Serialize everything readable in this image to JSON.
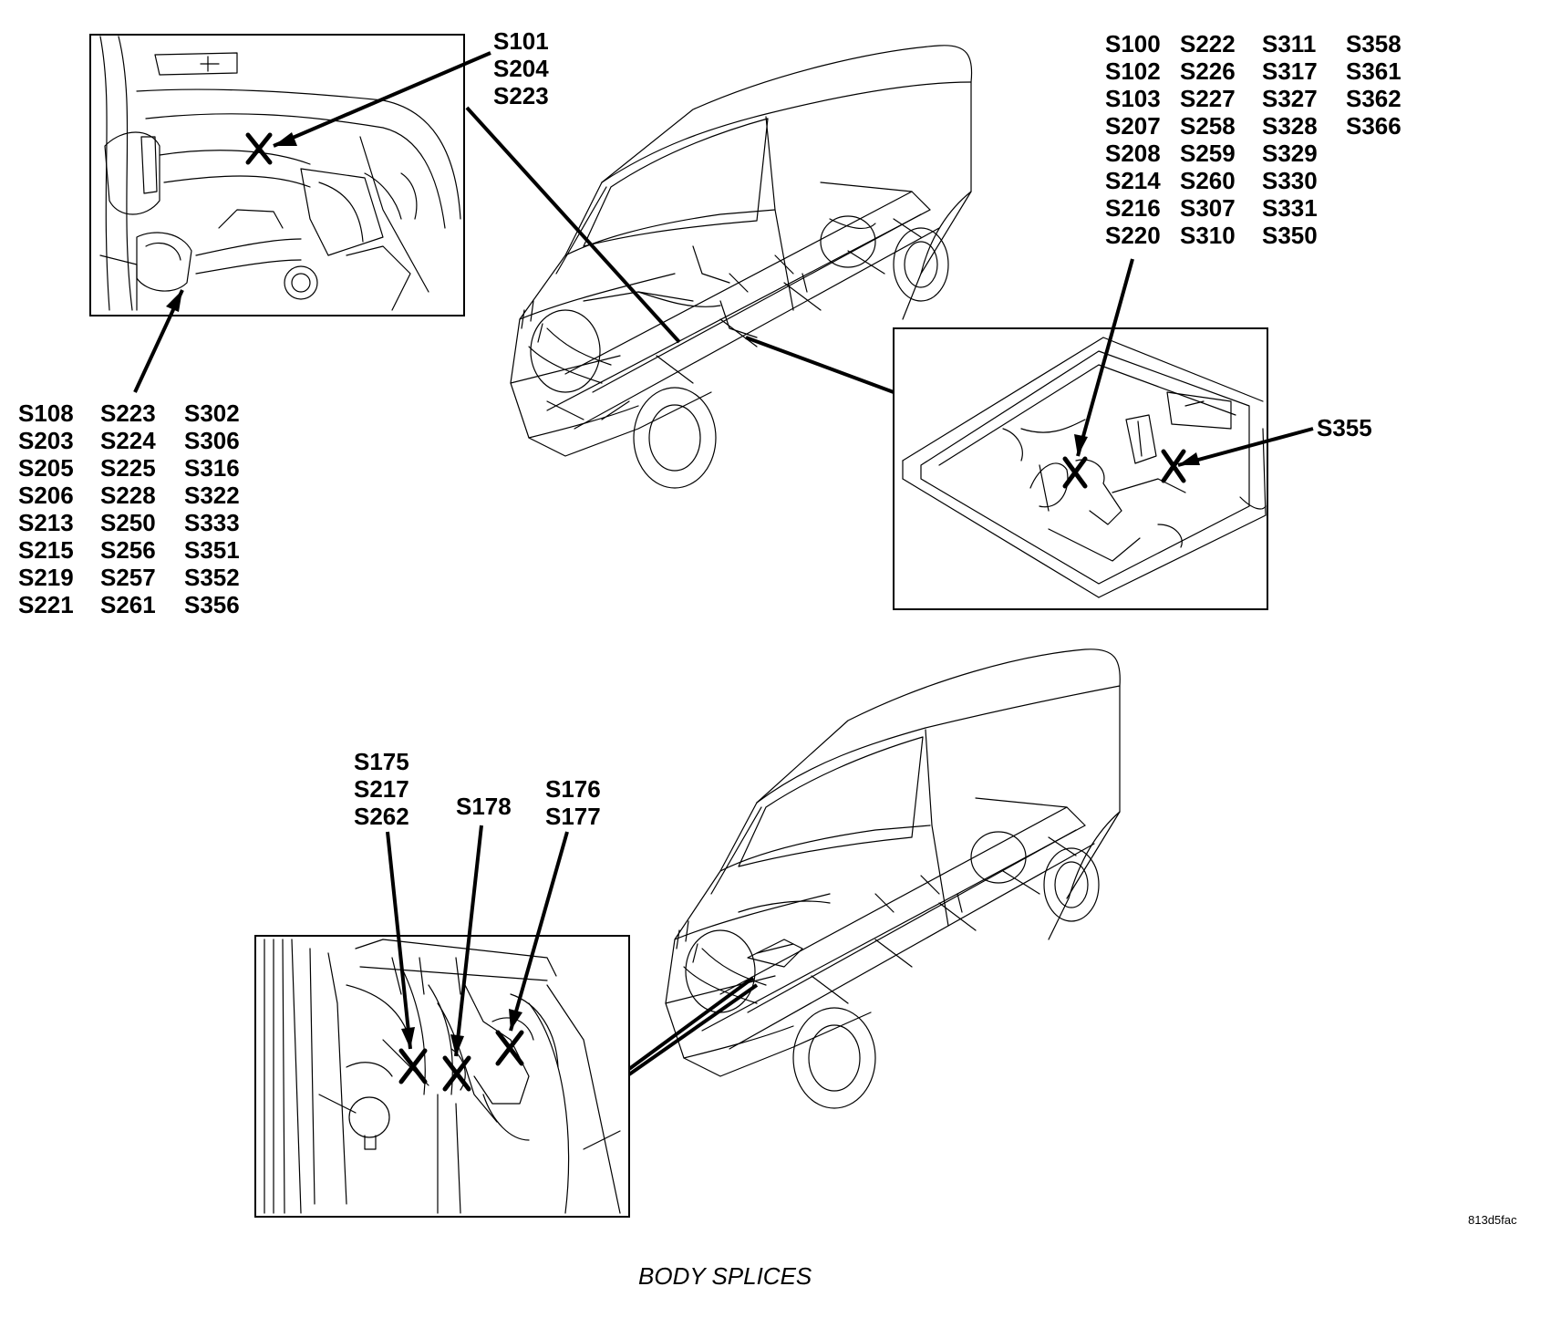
{
  "caption": "BODY SPLICES",
  "figure_code": "813d5fac",
  "callouts": {
    "inset_top_left": [
      "S101",
      "S204",
      "S223"
    ],
    "inset_top_left_lower": {
      "columns": [
        [
          "S108",
          "S203",
          "S205",
          "S206",
          "S213",
          "S215",
          "S219",
          "S221"
        ],
        [
          "S223",
          "S224",
          "S225",
          "S228",
          "S250",
          "S256",
          "S257",
          "S261"
        ],
        [
          "S302",
          "S306",
          "S316",
          "S322",
          "S333",
          "S351",
          "S352",
          "S356"
        ]
      ]
    },
    "inset_right": {
      "columns": [
        [
          "S100",
          "S102",
          "S103",
          "S207",
          "S208",
          "S214",
          "S216",
          "S220"
        ],
        [
          "S222",
          "S226",
          "S227",
          "S258",
          "S259",
          "S260",
          "S307",
          "S310"
        ],
        [
          "S311",
          "S317",
          "S327",
          "S328",
          "S329",
          "S330",
          "S331",
          "S350"
        ],
        [
          "S358",
          "S361",
          "S362",
          "S366"
        ]
      ]
    },
    "inset_right_single": "S355",
    "inset_bottom": {
      "group_a": [
        "S175",
        "S217",
        "S262"
      ],
      "group_b": [
        "S178"
      ],
      "group_c": [
        "S176",
        "S177"
      ]
    }
  }
}
